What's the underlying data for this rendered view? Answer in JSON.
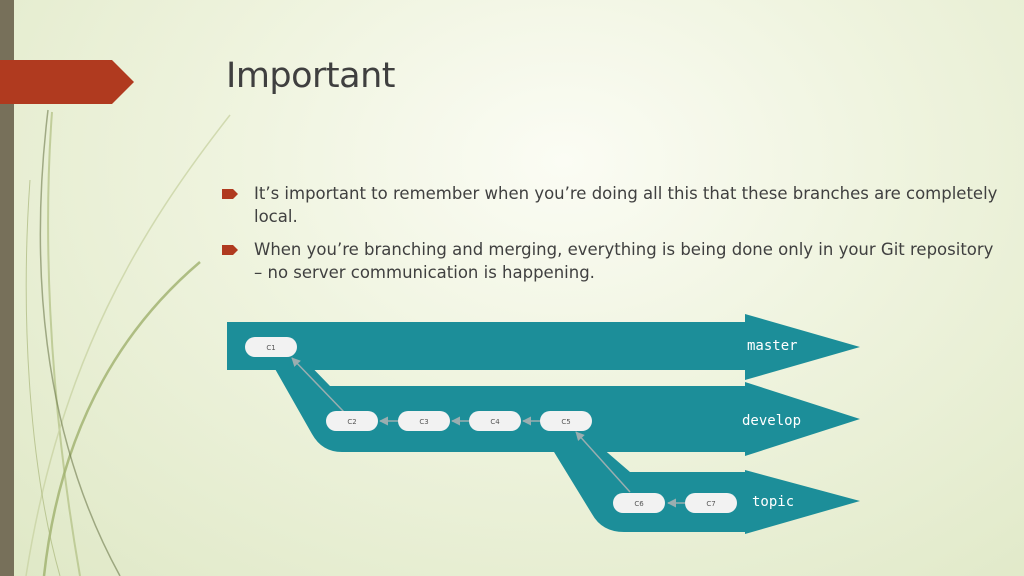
{
  "slide": {
    "title": "Important",
    "bullets": [
      "It’s important to remember when you’re doing all this that these branches are completely local.",
      "When you’re branching and merging, everything is being done only in your Git repository – no server communication is happening."
    ]
  },
  "colors": {
    "accent": "#b03a1f",
    "sidebar": "#77705a",
    "branch_band": "#1c8e99",
    "commit_fill": "#f2f2f2",
    "arrow": "#9aaeb0"
  },
  "diagram": {
    "branches": [
      {
        "name": "master"
      },
      {
        "name": "develop"
      },
      {
        "name": "topic"
      }
    ],
    "commits": [
      {
        "id": "C1",
        "branch": "master"
      },
      {
        "id": "C2",
        "branch": "develop"
      },
      {
        "id": "C3",
        "branch": "develop"
      },
      {
        "id": "C4",
        "branch": "develop"
      },
      {
        "id": "C5",
        "branch": "develop"
      },
      {
        "id": "C6",
        "branch": "topic"
      },
      {
        "id": "C7",
        "branch": "topic"
      }
    ],
    "edges": [
      {
        "from": "C2",
        "to": "C1"
      },
      {
        "from": "C3",
        "to": "C2"
      },
      {
        "from": "C4",
        "to": "C3"
      },
      {
        "from": "C5",
        "to": "C4"
      },
      {
        "from": "C6",
        "to": "C5"
      },
      {
        "from": "C7",
        "to": "C6"
      }
    ]
  }
}
